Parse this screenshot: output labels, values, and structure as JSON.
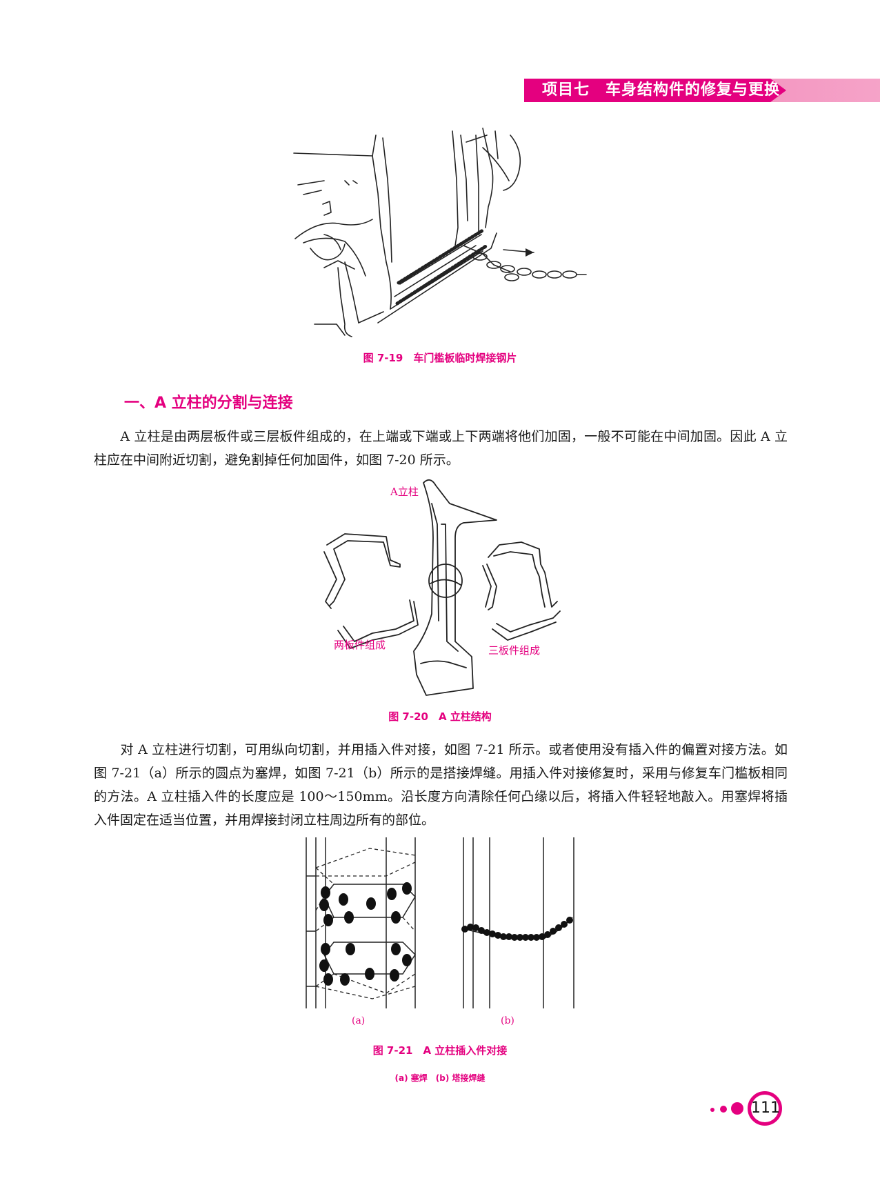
{
  "header": {
    "title": "项目七　车身结构件的修复与更换"
  },
  "figure_7_19": {
    "caption": "图 7-19　车门槛板临时焊接钢片"
  },
  "section": {
    "heading": "一、A 立柱的分割与连接"
  },
  "paragraphs": [
    "　　A 立柱是由两层板件或三层板件组成的，在上端或下端或上下两端将他们加固，一般不可能在中间加固。因此 A 立柱应在中间附近切割，避免割掉任何加固件，如图 7-20 所示。",
    "　　对 A 立柱进行切割，可用纵向切割，并用插入件对接，如图 7-21 所示。或者使用没有插入件的偏置对接方法。如图 7-21（a）所示的圆点为塞焊，如图 7-21（b）所示的是搭接焊缝。用插入件对接修复时，采用与修复车门槛板相同的方法。A 立柱插入件的长度应是 100～150mm。沿长度方向清除任何凸缘以后，将插入件轻轻地敲入。用塞焊将插入件固定在适当位置，并用焊接封闭立柱周边所有的部位。"
  ],
  "figure_7_20": {
    "label_pillar": "A立柱",
    "label_two": "两板件组成",
    "label_three": "三板件组成",
    "caption": "图 7-20　A 立柱结构"
  },
  "figure_7_21": {
    "label_a": "(a)",
    "label_b": "(b)",
    "caption": "图 7-21　A 立柱插入件对接",
    "subcaption": "(a) 塞焊　(b) 塔接焊缝"
  },
  "page": {
    "number": "111"
  },
  "colors": {
    "accent": "#e4007f",
    "accent_light": "#f5a3c8"
  }
}
